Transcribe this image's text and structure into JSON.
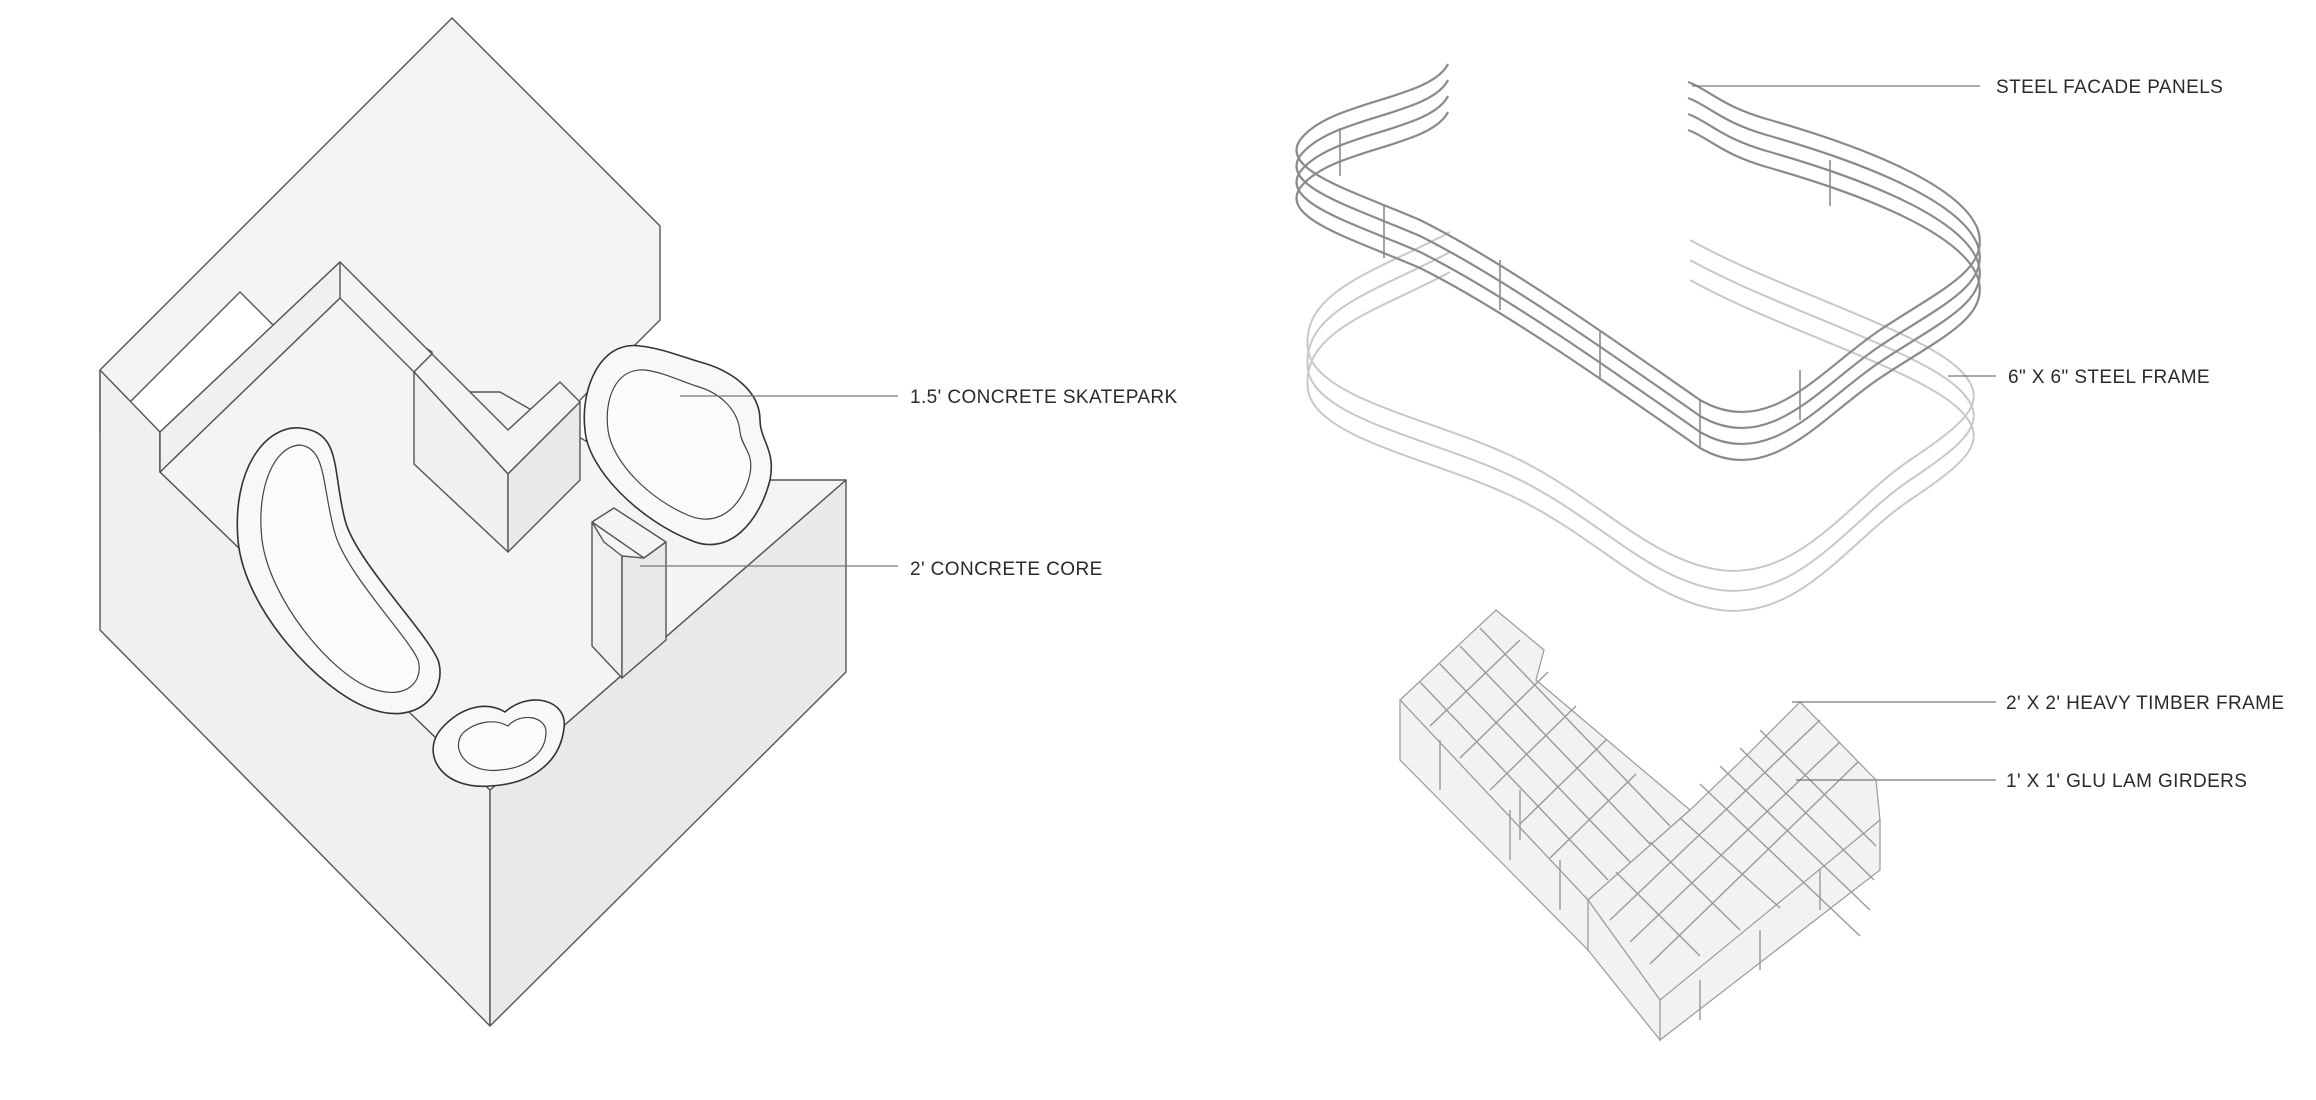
{
  "labels": {
    "skatepark": "1.5' CONCRETE SKATEPARK",
    "core": "2' CONCRETE CORE",
    "facade": "STEEL FACADE PANELS",
    "steel_frame": "6\" X 6\" STEEL FRAME",
    "timber_frame": "2' X 2' HEAVY TIMBER FRAME",
    "glulam": "1' X 1' GLU LAM GIRDERS"
  },
  "colors": {
    "line": "#555555",
    "leader": "#777777",
    "facade": "#8a8a8a",
    "faded": "#c8c8c8",
    "text": "#2a2a2a"
  }
}
